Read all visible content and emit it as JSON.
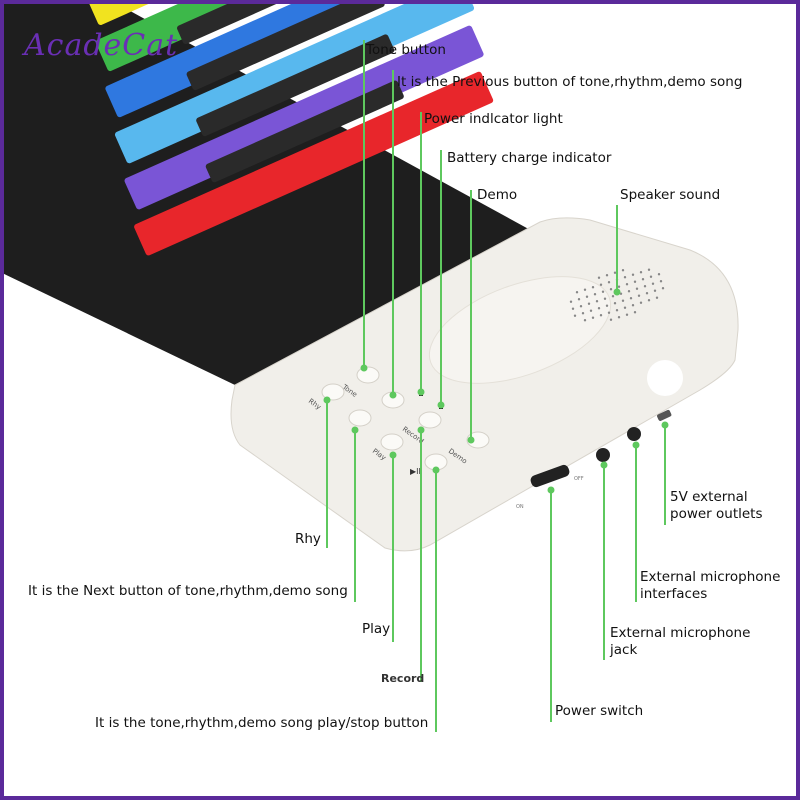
{
  "logo": "AcadeCat",
  "colors": {
    "border": "#5b2a9a",
    "leader_line": "#5ec85e",
    "device_body": "#f1efea",
    "keyboard_base": "#1e1e1e"
  },
  "key_colors": [
    "#e8262b",
    "#7a55d6",
    "#58b8ee",
    "#2f78e0",
    "#3db84a",
    "#f1e31f",
    "#f57f20",
    "#e8262b",
    "#7a55d6"
  ],
  "device_labels": {
    "tone": "Tone",
    "rhy": "Rhy",
    "record": "Record",
    "play": "Play",
    "demo": "Demo",
    "play_pause": "▶II",
    "on": "ON",
    "off": "OFF"
  },
  "callouts": {
    "tone_button": "Tone button",
    "previous_button": "It is the Previous button of tone,rhythm,demo song",
    "power_indicator": "Power indlcator light",
    "battery_indicator": "Battery charge indicator",
    "demo": "Demo",
    "speaker": "Speaker sound",
    "rhy": "Rhy",
    "next_button": "It is the Next button of tone,rhythm,demo song",
    "play": "Play",
    "record": "Record",
    "play_stop": "It is the tone,rhythm,demo song play/stop button",
    "power_switch": "Power switch",
    "mic_jack": "External microphone jack",
    "mic_interfaces": "External microphone interfaces",
    "power_outlets": "5V external power outlets"
  }
}
